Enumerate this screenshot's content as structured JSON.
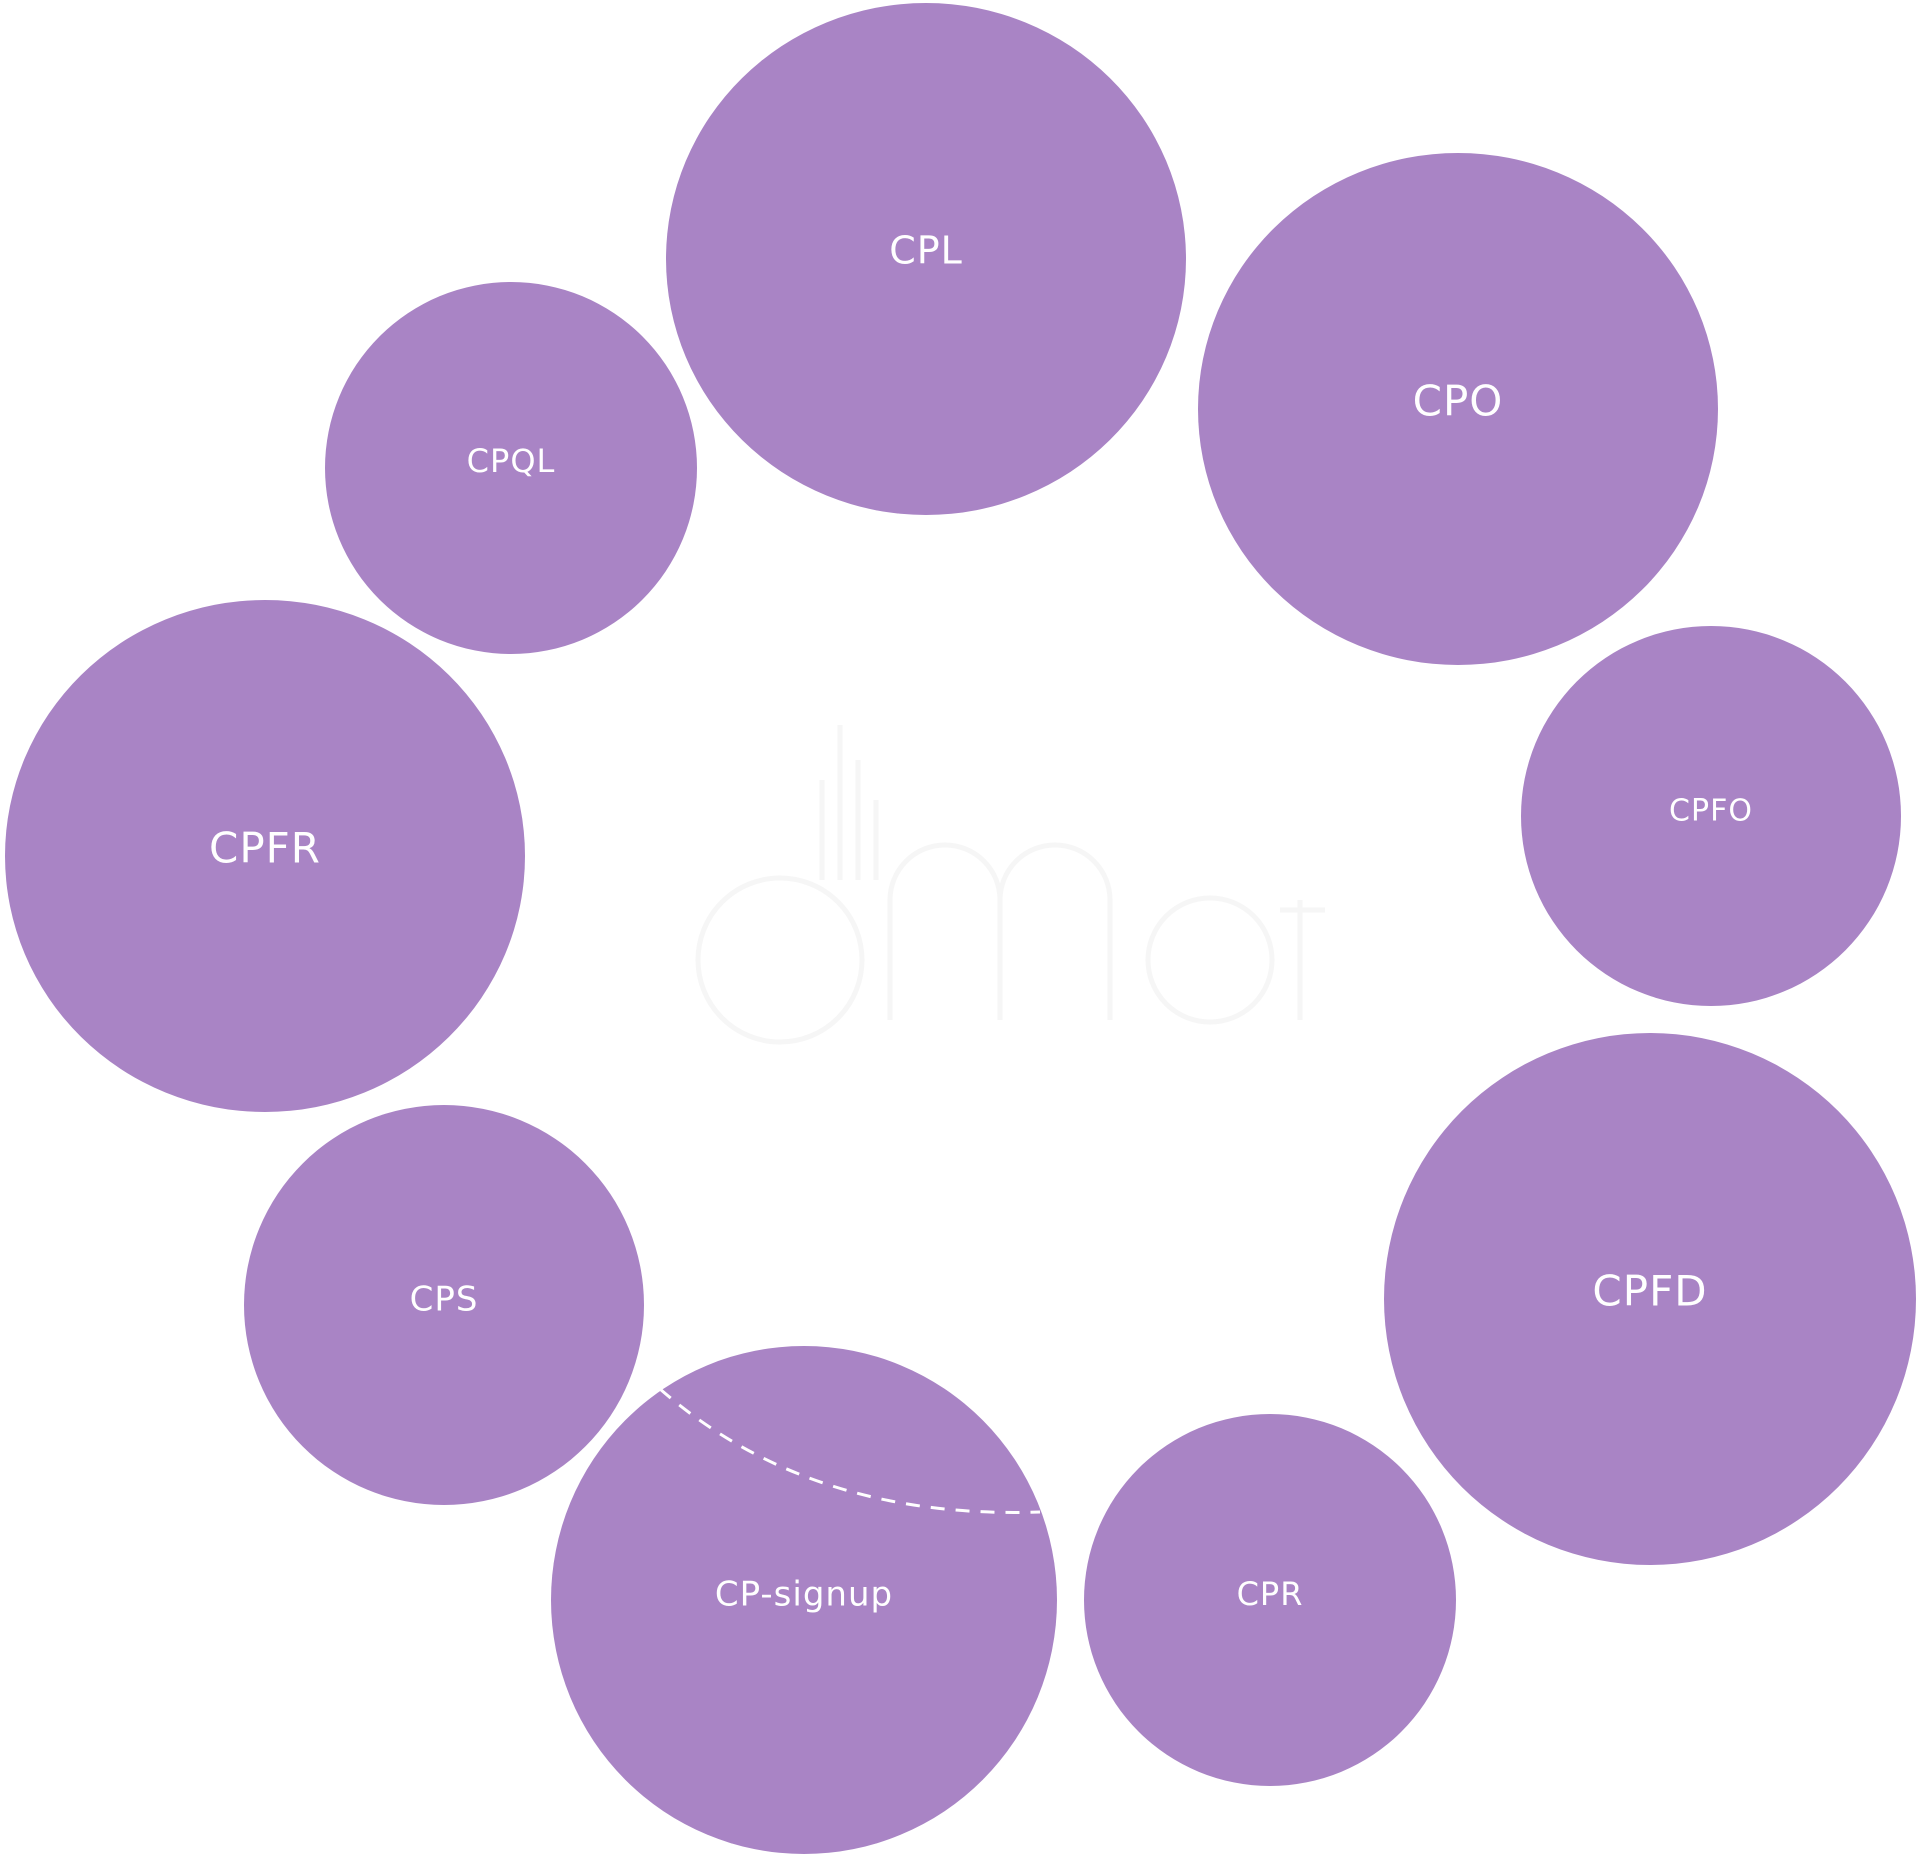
{
  "diagram": {
    "type": "bubble-ring",
    "bubble_color": "#a984c5",
    "label_color": "#ffffff",
    "watermark": {
      "color": "#f6f6f6"
    },
    "nodes": [
      {
        "id": "cpl",
        "label": "CPL"
      },
      {
        "id": "cpo",
        "label": "CPO"
      },
      {
        "id": "cpql",
        "label": "CPQL"
      },
      {
        "id": "cpfr",
        "label": "CPFR"
      },
      {
        "id": "cpfo",
        "label": "CPFO"
      },
      {
        "id": "cps",
        "label": "CPS"
      },
      {
        "id": "cpfd",
        "label": "CPFD"
      },
      {
        "id": "cp-signup",
        "label": "CP-signup"
      },
      {
        "id": "cpr",
        "label": "CPR"
      }
    ]
  }
}
